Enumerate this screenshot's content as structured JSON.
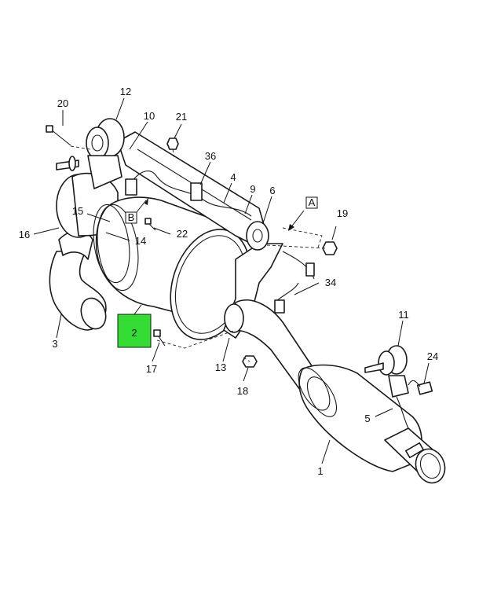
{
  "callouts": {
    "c1": "1",
    "c2": "2",
    "c3": "3",
    "c4": "4",
    "c5": "5",
    "c6": "6",
    "c9": "9",
    "c10": "10",
    "c11": "11",
    "c12": "12",
    "c13": "13",
    "c14": "14",
    "c15": "15",
    "c16": "16",
    "c17": "17",
    "c18": "18",
    "c19": "19",
    "c20": "20",
    "c21": "21",
    "c22": "22",
    "c24": "24",
    "c34": "34",
    "c36": "36"
  },
  "view_refs": {
    "a": "A",
    "b": "B"
  },
  "highlighted_part": "2",
  "colors": {
    "highlight": "#33dd33",
    "line": "#1a1a1a"
  }
}
